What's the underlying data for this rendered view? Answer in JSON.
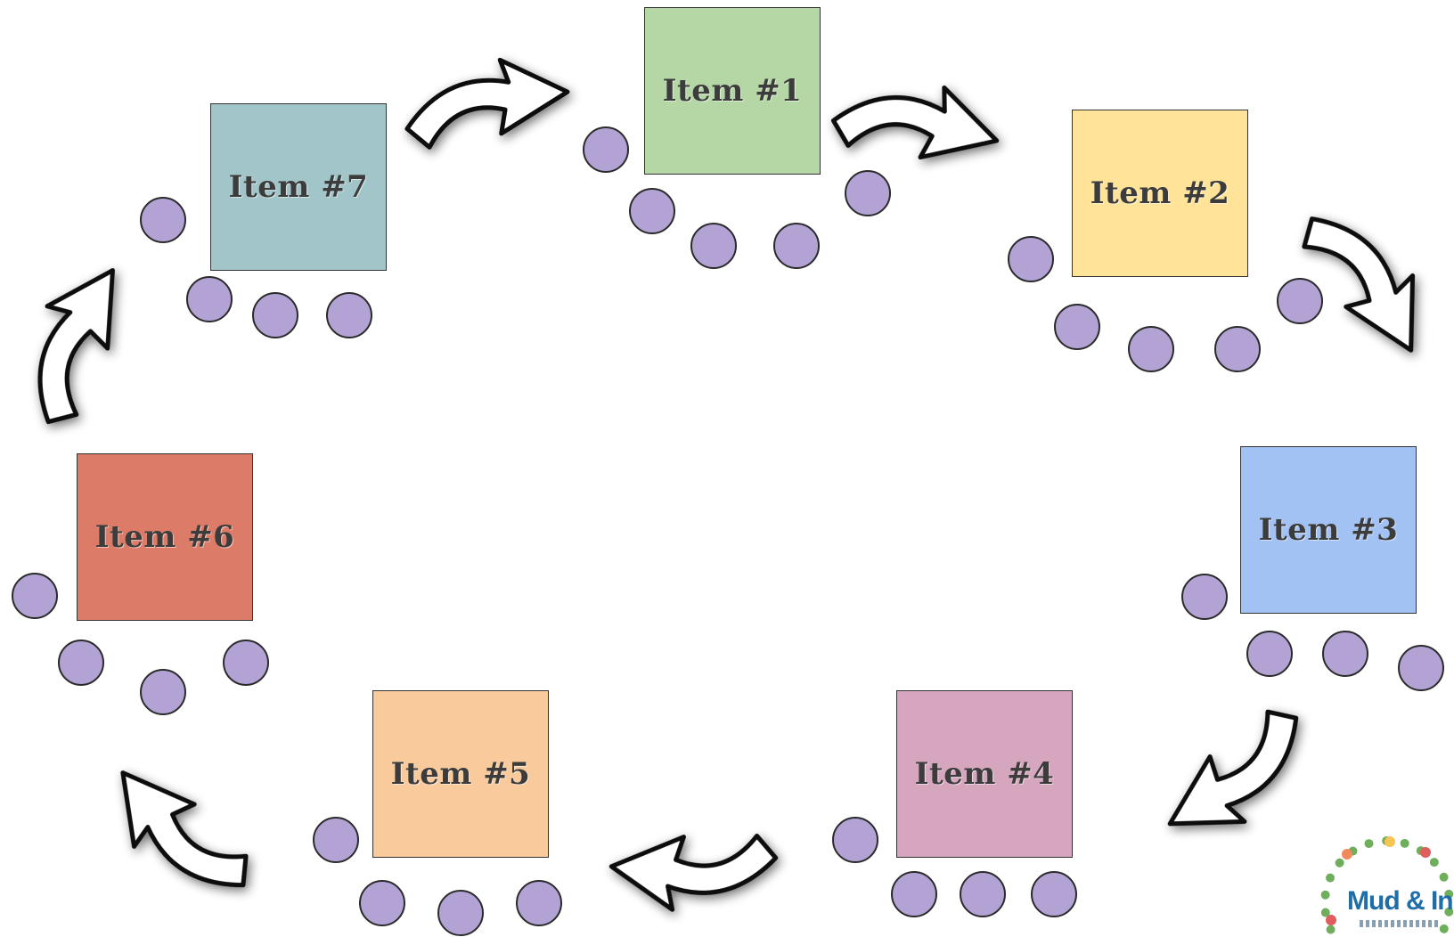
{
  "items": [
    {
      "label": "Item #1",
      "color": "#b5d7a6"
    },
    {
      "label": "Item #2",
      "color": "#fee398"
    },
    {
      "label": "Item #3",
      "color": "#a3c2f4"
    },
    {
      "label": "Item #4",
      "color": "#d5a6bd"
    },
    {
      "label": "Item #5",
      "color": "#f8ca9c"
    },
    {
      "label": "Item #6",
      "color": "#dd7b69"
    },
    {
      "label": "Item #7",
      "color": "#a2c5c9"
    }
  ],
  "seat_color": "#b3a3d4",
  "arrow_icon": "curved-arrow-icon",
  "logo": {
    "text": "Mud & Ink",
    "icon": "floral-wreath-logo"
  }
}
